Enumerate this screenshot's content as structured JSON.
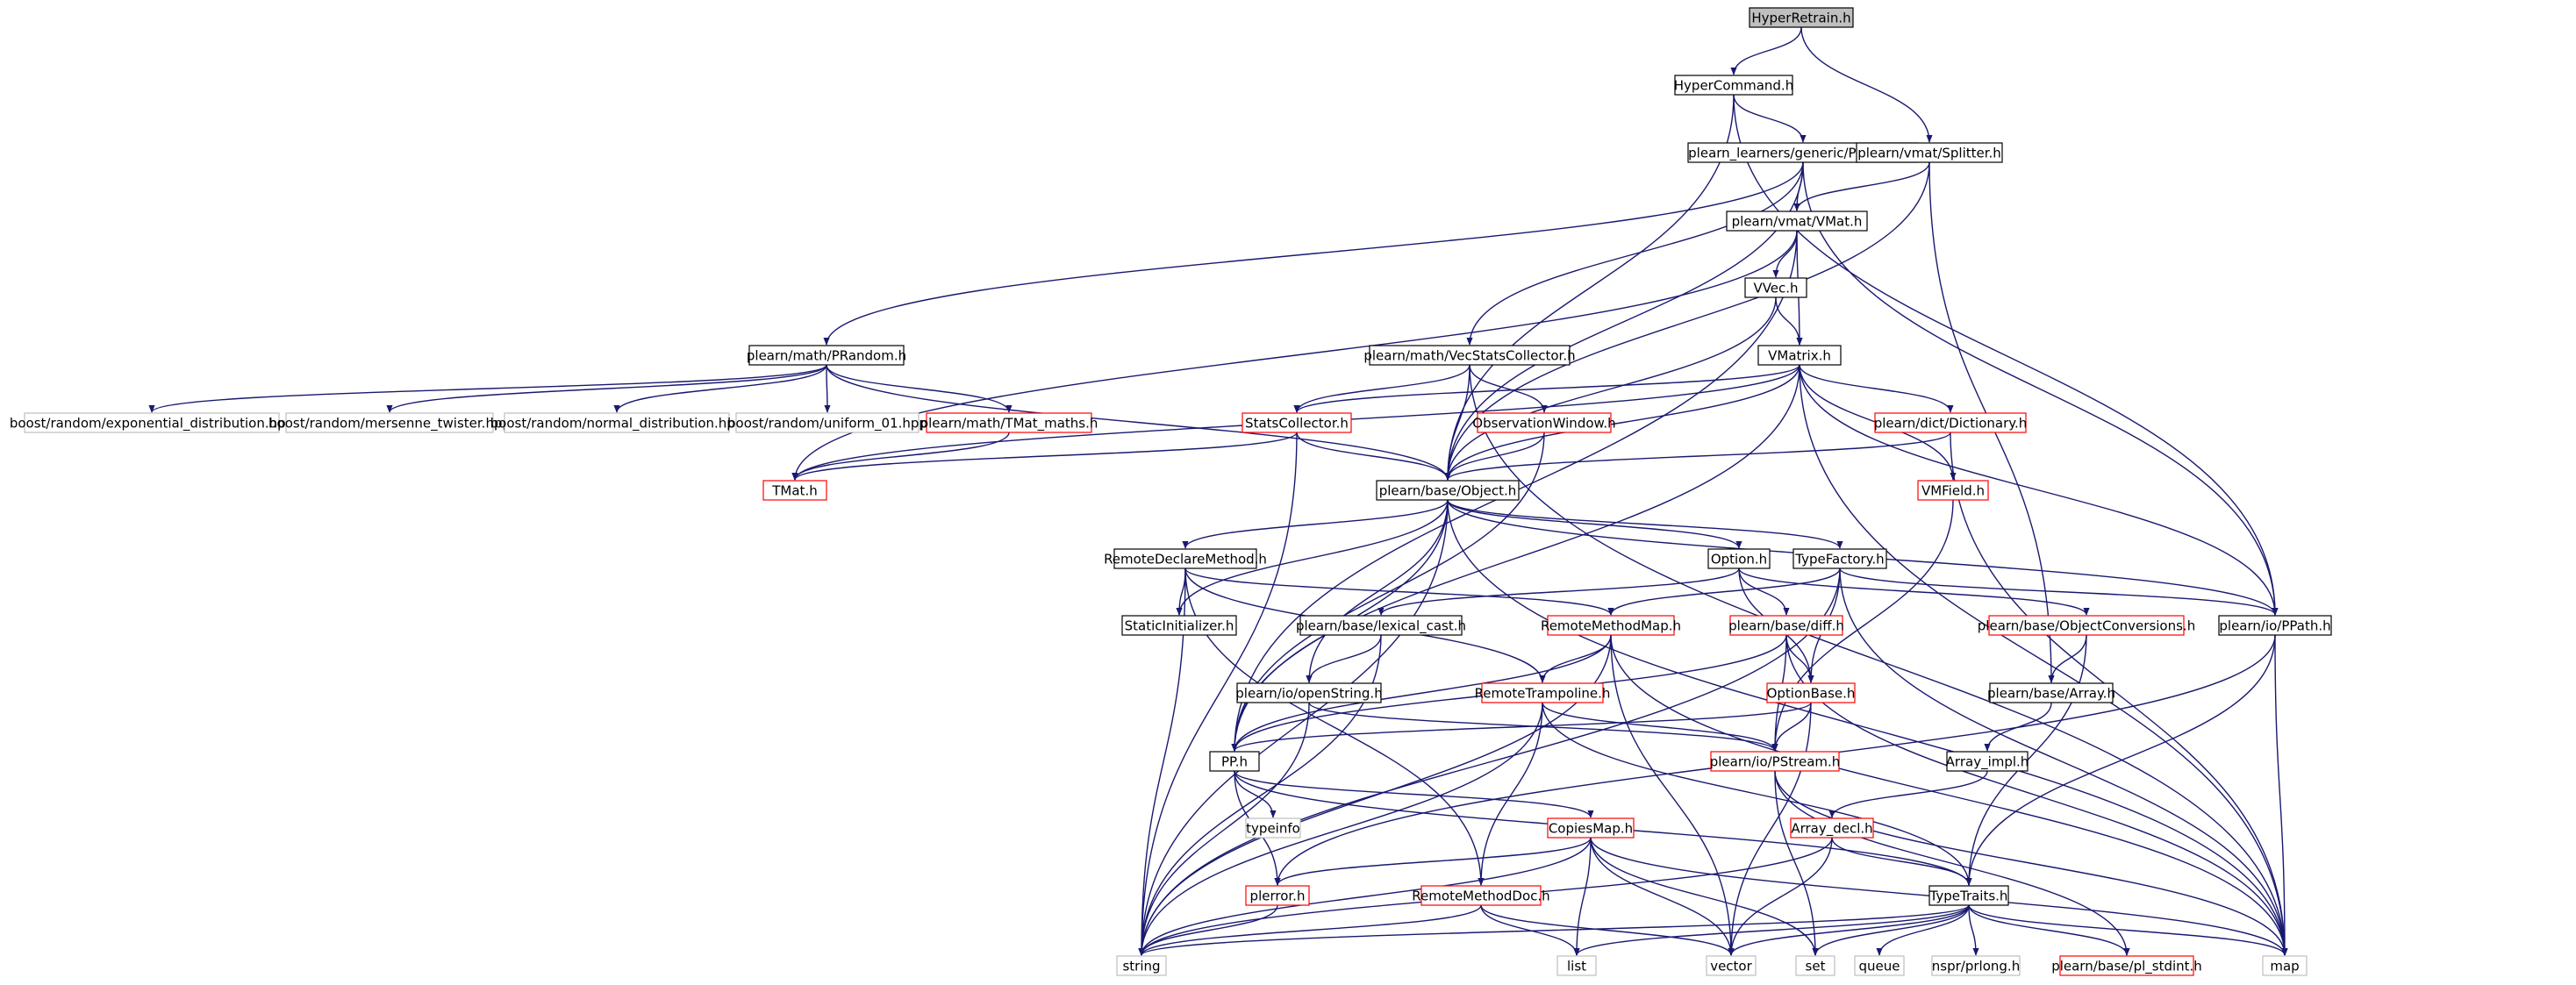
{
  "title": "HyperRetrain.h",
  "colors": {
    "edge": "#191970",
    "box_default": "#000000",
    "box_truncated": "#ff0000",
    "box_external": "#bfbfbf",
    "root_fill": "#bfbfbf",
    "text": "#000000"
  },
  "nodes": [
    {
      "id": "HyperRetrain.h",
      "kind": "root"
    },
    {
      "id": "HyperCommand.h",
      "kind": "normal"
    },
    {
      "id": "plearn_learners/generic/PLearner.h",
      "kind": "normal"
    },
    {
      "id": "plearn/vmat/Splitter.h",
      "kind": "normal"
    },
    {
      "id": "plearn/vmat/VMat.h",
      "kind": "normal"
    },
    {
      "id": "VVec.h",
      "kind": "normal"
    },
    {
      "id": "VMatrix.h",
      "kind": "normal"
    },
    {
      "id": "plearn/math/PRandom.h",
      "kind": "normal"
    },
    {
      "id": "plearn/math/VecStatsCollector.h",
      "kind": "normal"
    },
    {
      "id": "boost/random/exponential_distribution.hpp",
      "kind": "external"
    },
    {
      "id": "boost/random/mersenne_twister.hpp",
      "kind": "external"
    },
    {
      "id": "boost/random/normal_distribution.hpp",
      "kind": "external"
    },
    {
      "id": "boost/random/uniform_01.hpp",
      "kind": "external"
    },
    {
      "id": "plearn/math/TMat_maths.h",
      "kind": "truncated"
    },
    {
      "id": "StatsCollector.h",
      "kind": "truncated"
    },
    {
      "id": "ObservationWindow.h",
      "kind": "truncated"
    },
    {
      "id": "plearn/dict/Dictionary.h",
      "kind": "truncated"
    },
    {
      "id": "TMat.h",
      "kind": "truncated"
    },
    {
      "id": "plearn/base/Object.h",
      "kind": "normal"
    },
    {
      "id": "VMField.h",
      "kind": "truncated"
    },
    {
      "id": "RemoteDeclareMethod.h",
      "kind": "normal"
    },
    {
      "id": "Option.h",
      "kind": "normal"
    },
    {
      "id": "TypeFactory.h",
      "kind": "normal"
    },
    {
      "id": "StaticInitializer.h",
      "kind": "normal"
    },
    {
      "id": "plearn/base/lexical_cast.h",
      "kind": "normal"
    },
    {
      "id": "RemoteMethodMap.h",
      "kind": "truncated"
    },
    {
      "id": "plearn/base/diff.h",
      "kind": "truncated"
    },
    {
      "id": "plearn/base/ObjectConversions.h",
      "kind": "truncated"
    },
    {
      "id": "plearn/io/PPath.h",
      "kind": "normal"
    },
    {
      "id": "plearn/io/openString.h",
      "kind": "normal"
    },
    {
      "id": "RemoteTrampoline.h",
      "kind": "truncated"
    },
    {
      "id": "OptionBase.h",
      "kind": "truncated"
    },
    {
      "id": "plearn/base/Array.h",
      "kind": "normal"
    },
    {
      "id": "PP.h",
      "kind": "normal"
    },
    {
      "id": "plearn/io/PStream.h",
      "kind": "truncated"
    },
    {
      "id": "Array_impl.h",
      "kind": "normal"
    },
    {
      "id": "typeinfo",
      "kind": "external"
    },
    {
      "id": "CopiesMap.h",
      "kind": "truncated"
    },
    {
      "id": "Array_decl.h",
      "kind": "truncated"
    },
    {
      "id": "plerror.h",
      "kind": "truncated"
    },
    {
      "id": "RemoteMethodDoc.h",
      "kind": "truncated"
    },
    {
      "id": "TypeTraits.h",
      "kind": "normal"
    },
    {
      "id": "string",
      "kind": "external"
    },
    {
      "id": "list",
      "kind": "external"
    },
    {
      "id": "vector",
      "kind": "external"
    },
    {
      "id": "set",
      "kind": "external"
    },
    {
      "id": "queue",
      "kind": "external"
    },
    {
      "id": "nspr/prlong.h",
      "kind": "external"
    },
    {
      "id": "plearn/base/pl_stdint.h",
      "kind": "truncated"
    },
    {
      "id": "map",
      "kind": "external"
    }
  ],
  "edges": [
    [
      "HyperRetrain.h",
      "HyperCommand.h"
    ],
    [
      "HyperRetrain.h",
      "plearn/vmat/Splitter.h"
    ],
    [
      "HyperCommand.h",
      "plearn_learners/generic/PLearner.h"
    ],
    [
      "HyperCommand.h",
      "plearn/base/Object.h"
    ],
    [
      "HyperCommand.h",
      "plearn/io/PPath.h"
    ],
    [
      "plearn_learners/generic/PLearner.h",
      "plearn/vmat/VMat.h"
    ],
    [
      "plearn_learners/generic/PLearner.h",
      "plearn/math/PRandom.h"
    ],
    [
      "plearn_learners/generic/PLearner.h",
      "plearn/math/VecStatsCollector.h"
    ],
    [
      "plearn_learners/generic/PLearner.h",
      "plearn/base/Object.h"
    ],
    [
      "plearn_learners/generic/PLearner.h",
      "plearn/io/PPath.h"
    ],
    [
      "plearn/vmat/Splitter.h",
      "plearn/vmat/VMat.h"
    ],
    [
      "plearn/vmat/Splitter.h",
      "plearn/base/Object.h"
    ],
    [
      "plearn/vmat/Splitter.h",
      "plearn/base/Array.h"
    ],
    [
      "plearn/vmat/VMat.h",
      "VVec.h"
    ],
    [
      "plearn/vmat/VMat.h",
      "VMatrix.h"
    ],
    [
      "plearn/vmat/VMat.h",
      "TMat.h"
    ],
    [
      "plearn/vmat/VMat.h",
      "PP.h"
    ],
    [
      "VVec.h",
      "VMatrix.h"
    ],
    [
      "VVec.h",
      "plearn/base/Object.h"
    ],
    [
      "VMatrix.h",
      "StatsCollector.h"
    ],
    [
      "VMatrix.h",
      "plearn/dict/Dictionary.h"
    ],
    [
      "VMatrix.h",
      "TMat.h"
    ],
    [
      "VMatrix.h",
      "plearn/base/Object.h"
    ],
    [
      "VMatrix.h",
      "VMField.h"
    ],
    [
      "VMatrix.h",
      "plearn/io/PPath.h"
    ],
    [
      "VMatrix.h",
      "PP.h"
    ],
    [
      "VMatrix.h",
      "map"
    ],
    [
      "plearn/math/PRandom.h",
      "boost/random/exponential_distribution.hpp"
    ],
    [
      "plearn/math/PRandom.h",
      "boost/random/mersenne_twister.hpp"
    ],
    [
      "plearn/math/PRandom.h",
      "boost/random/normal_distribution.hpp"
    ],
    [
      "plearn/math/PRandom.h",
      "boost/random/uniform_01.hpp"
    ],
    [
      "plearn/math/PRandom.h",
      "plearn/math/TMat_maths.h"
    ],
    [
      "plearn/math/PRandom.h",
      "plearn/base/Object.h"
    ],
    [
      "plearn/math/VecStatsCollector.h",
      "StatsCollector.h"
    ],
    [
      "plearn/math/VecStatsCollector.h",
      "ObservationWindow.h"
    ],
    [
      "plearn/math/VecStatsCollector.h",
      "plearn/base/Object.h"
    ],
    [
      "plearn/math/VecStatsCollector.h",
      "map"
    ],
    [
      "plearn/math/TMat_maths.h",
      "TMat.h"
    ],
    [
      "StatsCollector.h",
      "TMat.h"
    ],
    [
      "StatsCollector.h",
      "plearn/base/Object.h"
    ],
    [
      "StatsCollector.h",
      "string"
    ],
    [
      "ObservationWindow.h",
      "plearn/base/Object.h"
    ],
    [
      "ObservationWindow.h",
      "PP.h"
    ],
    [
      "plearn/dict/Dictionary.h",
      "plearn/base/Object.h"
    ],
    [
      "plearn/dict/Dictionary.h",
      "map"
    ],
    [
      "VMField.h",
      "plearn/io/PStream.h"
    ],
    [
      "plearn/base/Object.h",
      "RemoteDeclareMethod.h"
    ],
    [
      "plearn/base/Object.h",
      "Option.h"
    ],
    [
      "plearn/base/Object.h",
      "TypeFactory.h"
    ],
    [
      "plearn/base/Object.h",
      "StaticInitializer.h"
    ],
    [
      "plearn/base/Object.h",
      "plearn/io/openString.h"
    ],
    [
      "plearn/base/Object.h",
      "PP.h"
    ],
    [
      "plearn/base/Object.h",
      "plearn/io/PPath.h"
    ],
    [
      "plearn/base/Object.h",
      "string"
    ],
    [
      "plearn/base/Object.h",
      "map"
    ],
    [
      "RemoteDeclareMethod.h",
      "StaticInitializer.h"
    ],
    [
      "RemoteDeclareMethod.h",
      "RemoteMethodMap.h"
    ],
    [
      "RemoteDeclareMethod.h",
      "RemoteTrampoline.h"
    ],
    [
      "RemoteDeclareMethod.h",
      "RemoteMethodDoc.h"
    ],
    [
      "RemoteDeclareMethod.h",
      "string"
    ],
    [
      "Option.h",
      "plearn/base/lexical_cast.h"
    ],
    [
      "Option.h",
      "plearn/base/diff.h"
    ],
    [
      "Option.h",
      "OptionBase.h"
    ],
    [
      "Option.h",
      "plearn/base/ObjectConversions.h"
    ],
    [
      "TypeFactory.h",
      "RemoteMethodMap.h"
    ],
    [
      "TypeFactory.h",
      "OptionBase.h"
    ],
    [
      "TypeFactory.h",
      "plearn/io/PPath.h"
    ],
    [
      "TypeFactory.h",
      "string"
    ],
    [
      "TypeFactory.h",
      "map"
    ],
    [
      "plearn/base/lexical_cast.h",
      "plearn/io/openString.h"
    ],
    [
      "plearn/base/lexical_cast.h",
      "string"
    ],
    [
      "RemoteMethodMap.h",
      "RemoteTrampoline.h"
    ],
    [
      "RemoteMethodMap.h",
      "PP.h"
    ],
    [
      "RemoteMethodMap.h",
      "string"
    ],
    [
      "RemoteMethodMap.h",
      "vector"
    ],
    [
      "RemoteMethodMap.h",
      "map"
    ],
    [
      "plearn/base/diff.h",
      "OptionBase.h"
    ],
    [
      "plearn/base/diff.h",
      "plearn/io/PStream.h"
    ],
    [
      "plearn/base/diff.h",
      "PP.h"
    ],
    [
      "plearn/base/diff.h",
      "map"
    ],
    [
      "plearn/base/ObjectConversions.h",
      "plearn/base/Array.h"
    ],
    [
      "plearn/base/ObjectConversions.h",
      "TypeTraits.h"
    ],
    [
      "plearn/io/PPath.h",
      "TypeTraits.h"
    ],
    [
      "plearn/io/PPath.h",
      "plerror.h"
    ],
    [
      "plearn/io/PPath.h",
      "map"
    ],
    [
      "plearn/io/openString.h",
      "plearn/io/PStream.h"
    ],
    [
      "plearn/io/openString.h",
      "string"
    ],
    [
      "RemoteTrampoline.h",
      "plearn/io/PStream.h"
    ],
    [
      "RemoteTrampoline.h",
      "RemoteMethodDoc.h"
    ],
    [
      "RemoteTrampoline.h",
      "TypeTraits.h"
    ],
    [
      "RemoteTrampoline.h",
      "string"
    ],
    [
      "OptionBase.h",
      "plearn/io/PStream.h"
    ],
    [
      "OptionBase.h",
      "PP.h"
    ],
    [
      "OptionBase.h",
      "vector"
    ],
    [
      "plearn/base/Array.h",
      "Array_impl.h"
    ],
    [
      "Array_impl.h",
      "Array_decl.h"
    ],
    [
      "PP.h",
      "typeinfo"
    ],
    [
      "PP.h",
      "CopiesMap.h"
    ],
    [
      "PP.h",
      "plerror.h"
    ],
    [
      "PP.h",
      "TypeTraits.h"
    ],
    [
      "plearn/io/PStream.h",
      "plearn/base/pl_stdint.h"
    ],
    [
      "plearn/io/PStream.h",
      "set"
    ],
    [
      "plearn/io/PStream.h",
      "map"
    ],
    [
      "CopiesMap.h",
      "plerror.h"
    ],
    [
      "CopiesMap.h",
      "list"
    ],
    [
      "CopiesMap.h",
      "vector"
    ],
    [
      "CopiesMap.h",
      "set"
    ],
    [
      "CopiesMap.h",
      "map"
    ],
    [
      "CopiesMap.h",
      "string"
    ],
    [
      "Array_decl.h",
      "TypeTraits.h"
    ],
    [
      "Array_decl.h",
      "vector"
    ],
    [
      "Array_decl.h",
      "string"
    ],
    [
      "plerror.h",
      "string"
    ],
    [
      "RemoteMethodDoc.h",
      "list"
    ],
    [
      "RemoteMethodDoc.h",
      "vector"
    ],
    [
      "RemoteMethodDoc.h",
      "string"
    ],
    [
      "TypeTraits.h",
      "string"
    ],
    [
      "TypeTraits.h",
      "list"
    ],
    [
      "TypeTraits.h",
      "vector"
    ],
    [
      "TypeTraits.h",
      "set"
    ],
    [
      "TypeTraits.h",
      "queue"
    ],
    [
      "TypeTraits.h",
      "nspr/prlong.h"
    ],
    [
      "TypeTraits.h",
      "plearn/base/pl_stdint.h"
    ],
    [
      "TypeTraits.h",
      "map"
    ]
  ]
}
